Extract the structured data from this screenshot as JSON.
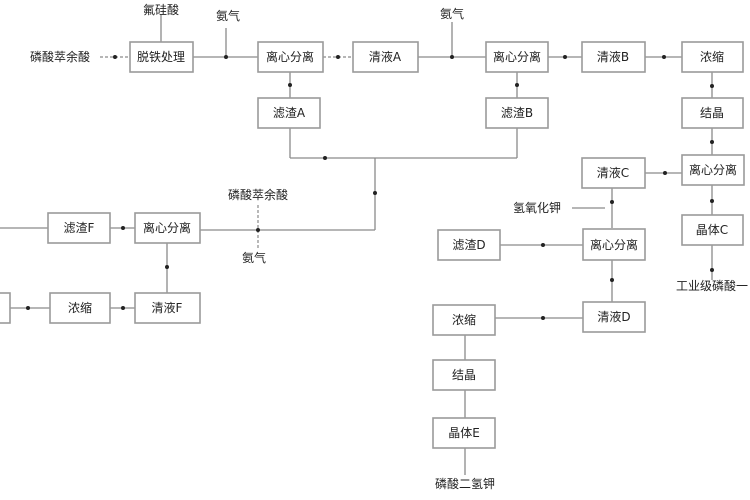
{
  "inputs": {
    "raffinate_acid": "磷酸萃余酸",
    "fluorosilicic_acid": "氟硅酸",
    "ammonia_1": "氨气",
    "ammonia_2": "氨气",
    "raffinate_acid_2": "磷酸萃余酸",
    "ammonia_3": "氨气",
    "potassium_hydroxide": "氢氧化钾"
  },
  "nodes": {
    "deiron": "脱铁处理",
    "centrifuge_1": "离心分离",
    "liquid_a": "清液A",
    "residue_a": "滤渣A",
    "centrifuge_2": "离心分离",
    "liquid_b": "清液B",
    "residue_b": "滤渣B",
    "concentrate_1": "浓缩",
    "crystallize_1": "结晶",
    "centrifuge_3": "离心分离",
    "liquid_c": "清液C",
    "crystal_c": "晶体C",
    "centrifuge_4": "离心分离",
    "residue_d": "滤渣D",
    "liquid_d": "清液D",
    "concentrate_2": "浓缩",
    "crystallize_2": "结晶",
    "crystal_e": "晶体E",
    "residue_f": "滤渣F",
    "centrifuge_5": "离心分离",
    "liquid_f": "清液F",
    "concentrate_3": "浓缩"
  },
  "outputs": {
    "industrial_map": "工业级磷酸一",
    "kdp": "磷酸二氢钾"
  }
}
